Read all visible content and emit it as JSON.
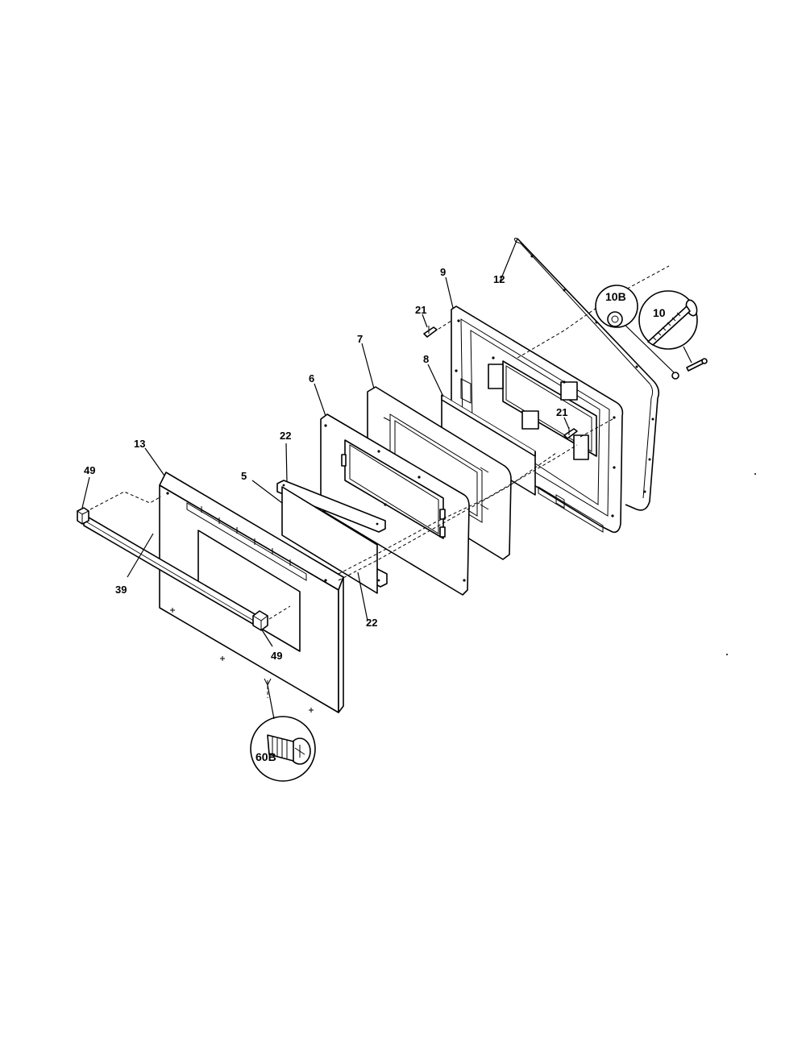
{
  "diagram": {
    "callouts": {
      "c13": "13",
      "c49a": "49",
      "c39": "39",
      "c49b": "49",
      "c5": "5",
      "c22a": "22",
      "c22b": "22",
      "c6": "6",
      "c7": "7",
      "c8": "8",
      "c21a": "21",
      "c21b": "21",
      "c9": "9",
      "c12": "12",
      "c10B": "10B",
      "c10": "10",
      "c60B": "60B"
    }
  }
}
